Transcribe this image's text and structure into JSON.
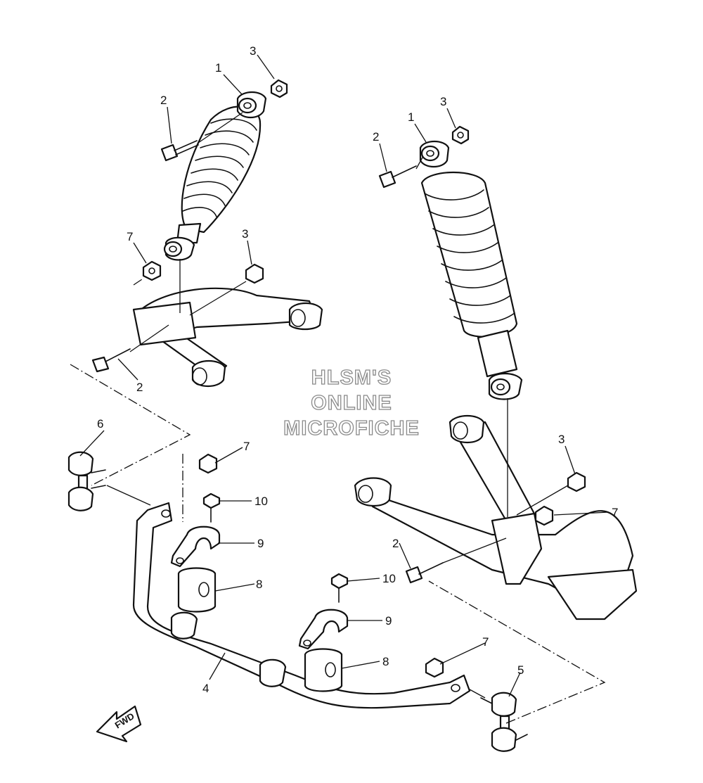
{
  "watermark": {
    "line1": "HLSM'S",
    "line2": "ONLINE",
    "line3": "MICROFICHE"
  },
  "direction_label": "FWD",
  "callouts": {
    "shock_left_1": "1",
    "shock_left_2": "2",
    "shock_left_3": "3",
    "arm_left_7": "7",
    "arm_left_3": "3",
    "arm_left_2": "2",
    "shock_right_1": "1",
    "shock_right_2": "2",
    "shock_right_3": "3",
    "link_left_6": "6",
    "nut_mid_7": "7",
    "bolt_left_10": "10",
    "bracket_left_9": "9",
    "bushing_left_8": "8",
    "arm_right_3": "3",
    "arm_right_7": "7",
    "arm_right_2": "2",
    "bolt_right_10": "10",
    "bracket_right_9": "9",
    "bushing_right_8": "8",
    "nut_right_7": "7",
    "link_right_5": "5",
    "stabilizer_4": "4"
  }
}
